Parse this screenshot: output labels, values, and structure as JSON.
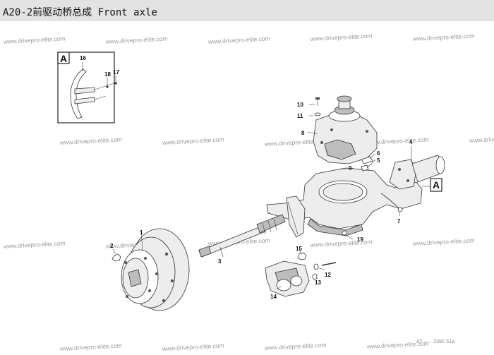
{
  "header": {
    "title": "A20-2前驱动桥总成 Front axle"
  },
  "watermark": "www.drivepro-elite.com",
  "detail_box_letter": "A",
  "callouts": [
    "1",
    "2",
    "3",
    "4",
    "5",
    "6",
    "7",
    "8",
    "9",
    "10",
    "11",
    "12",
    "13",
    "14",
    "15",
    "16",
    "17",
    "18",
    "19"
  ],
  "footer_code": "AT··· ···2392 S1a"
}
